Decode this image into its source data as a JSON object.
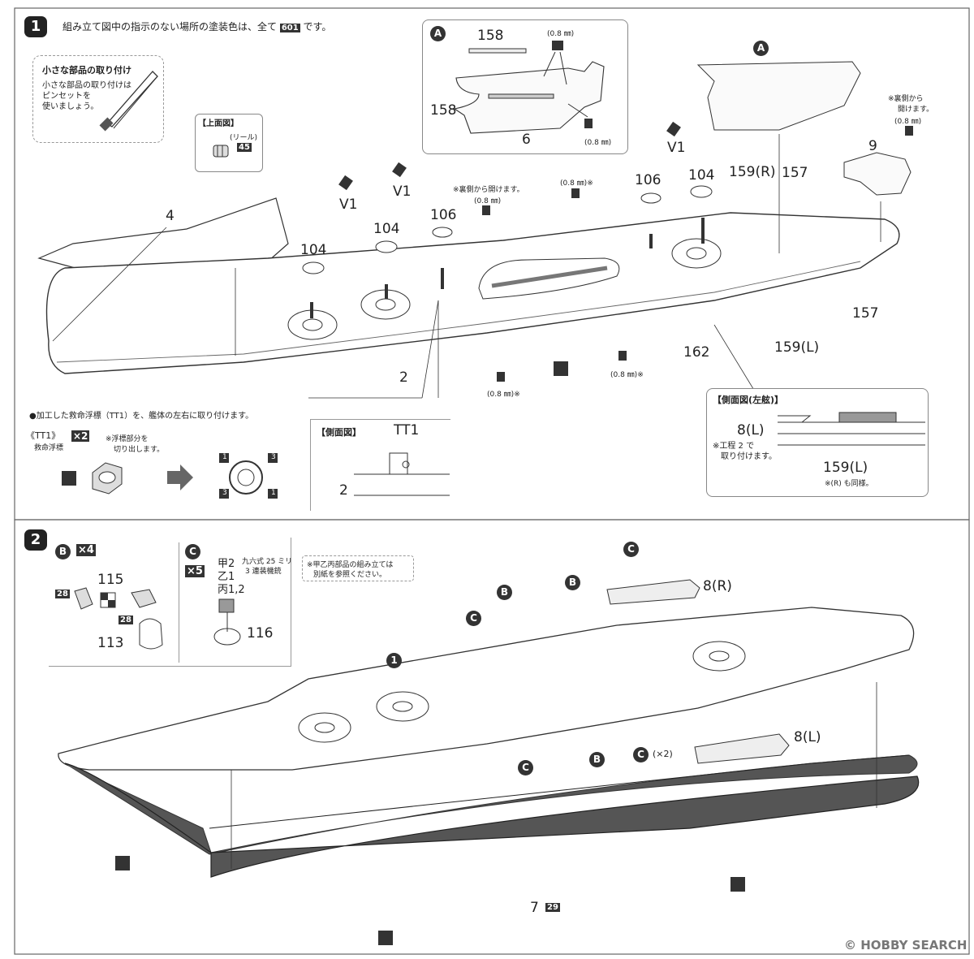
{
  "step1": {
    "number": "1",
    "instruction": "組み立て図中の指示のない場所の塗装色は、全て",
    "color_code": "601",
    "instruction_suffix": "です。",
    "small_parts_box": {
      "title": "小さな部品の取り付け",
      "body_line1": "小さな部品の取り付けは",
      "body_line2": "ピンセットを",
      "body_line3": "使いましょう。"
    },
    "top_view_box": {
      "title": "【上面図】",
      "reel_label": "(リール)",
      "reel_color": "45"
    },
    "inset_A": {
      "marker": "A",
      "part_158a": "158",
      "part_158b": "158",
      "part_6": "6",
      "drill_a": "(0.8 ㎜)",
      "drill_b": "(0.8 ㎜)"
    },
    "marker_A_deck": "A",
    "rear_drill_note_line1": "※裏側から",
    "rear_drill_note_line2": "開けます。",
    "rear_drill_size": "(0.8 ㎜)",
    "labels": {
      "p4": "4",
      "p9": "9",
      "p2": "2",
      "v1a": "V1",
      "v1b": "V1",
      "v1c": "V1",
      "p104a": "104",
      "p104b": "104",
      "p104c": "104",
      "p106a": "106",
      "p106b": "106",
      "p159r": "159(R)",
      "p157a": "157",
      "p157b": "157",
      "p159l": "159(L)",
      "p162": "162"
    },
    "drill_notes": {
      "rear_mid_line1": "※裏側から開けます。",
      "rear_mid_size": "(0.8 ㎜)",
      "top_right": "(0.8 ㎜)※",
      "bottom_left": "(0.8 ㎜)※",
      "bottom_right": "(0.8 ㎜)※"
    },
    "lifebuoy": {
      "instruction": "●加工した救命浮標（TT1）を、艦体の左右に取り付けます。",
      "part_label": "《TT1》",
      "part_sub": "救命浮標",
      "multiplier": "×2",
      "cut_note_line1": "※浮標部分を",
      "cut_note_line2": "切り出します。",
      "side_view_title": "【側面図】",
      "side_part": "TT1",
      "side_hull": "2",
      "corner_1": "1",
      "corner_3": "3"
    },
    "port_side_view": {
      "title": "【側面図(左舷)】",
      "p8l": "8(L)",
      "note_line1": "※工程 2 で",
      "note_line2": "取り付けます。",
      "p159l": "159(L)",
      "same_note": "※(R) も同様。"
    }
  },
  "step2": {
    "number": "2",
    "assy_B": {
      "marker": "B",
      "multiplier": "×4",
      "p115": "115",
      "p113": "113",
      "color_28a": "28",
      "color_28b": "28"
    },
    "assy_C": {
      "marker": "C",
      "multiplier": "×5",
      "line1": "甲2",
      "line1_note": "九六式 25 ミリ",
      "line1_note2": "3 連装機銃",
      "line2": "乙1",
      "line3": "丙1,2",
      "p116": "116"
    },
    "ref_note_line1": "※甲乙丙部品の組み立ては",
    "ref_note_line2": "別紙を参照ください。",
    "labels": {
      "step1_ref": "1",
      "p8r": "8(R)",
      "p8l": "8(L)",
      "p7": "7",
      "color_29": "29",
      "c_x2": "(×2)",
      "B": "B",
      "C": "C"
    }
  },
  "watermark": "© HOBBY SEARCH"
}
